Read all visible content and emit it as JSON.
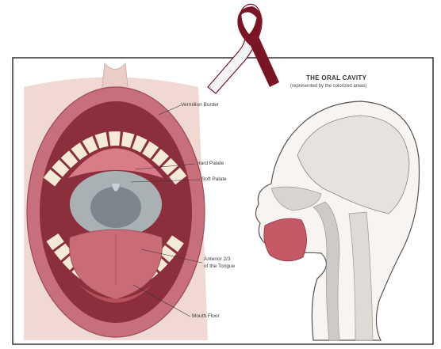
{
  "header": {
    "title": "THE ORAL CAVITY",
    "subtitle": "(represented by the colorized areas)"
  },
  "labels": {
    "vermilion_border": "Vermilion Border",
    "hard_palate": "Hard Palate",
    "soft_palate": "Soft Palate",
    "anterior_tongue_line1": "Anterior 2/3",
    "anterior_tongue_line2": "of the Tongue",
    "mouth_floor": "Mouth Floor"
  },
  "colors": {
    "ribbon": "#7a1526",
    "lip": "#c7707c",
    "oral_cavity": "#c55a66",
    "tongue": "#c96c78",
    "throat": "#9ea6ab",
    "head_outline": "#555555"
  },
  "icons": {
    "ribbon": "awareness-ribbon-icon"
  }
}
